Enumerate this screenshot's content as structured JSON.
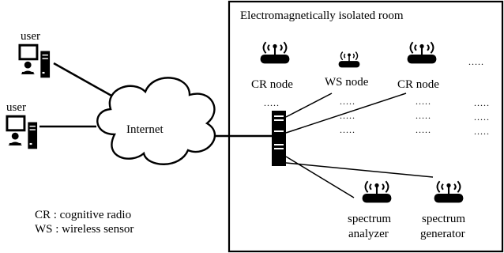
{
  "room": {
    "title": "Electromagnetically isolated room"
  },
  "users": [
    {
      "label": "user"
    },
    {
      "label": "user"
    }
  ],
  "internet": {
    "label": "Internet"
  },
  "nodes": [
    {
      "label": "CR node"
    },
    {
      "label": "WS node"
    },
    {
      "label": "CR node"
    }
  ],
  "instruments": [
    {
      "line1": "spectrum",
      "line2": "analyzer"
    },
    {
      "line1": "spectrum",
      "line2": "generator"
    }
  ],
  "ellipsis": ".....",
  "legend": {
    "cr": "CR : cognitive radio",
    "ws": "WS : wireless sensor"
  }
}
